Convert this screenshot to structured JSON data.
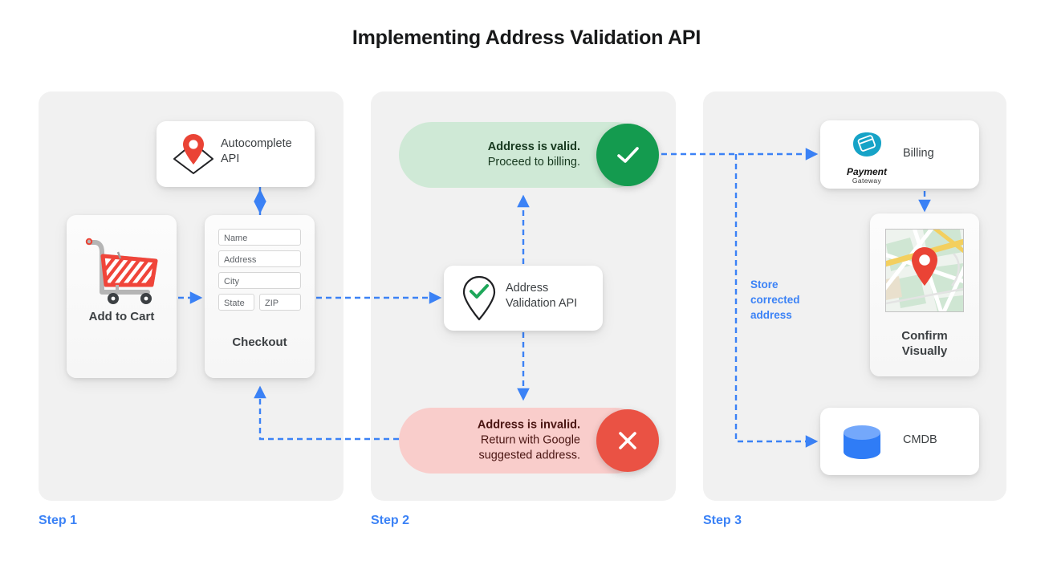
{
  "page": {
    "title": "Implementing Address Validation API",
    "accent_blue": "#3b82f6",
    "panel_bg": "#f1f1f1",
    "valid_green": "#149b4f",
    "invalid_red": "#ea5244",
    "pin_red": "#ea4335"
  },
  "steps": [
    {
      "label": "Step 1"
    },
    {
      "label": "Step 2"
    },
    {
      "label": "Step 3"
    }
  ],
  "step1": {
    "autocomplete_card": {
      "icon": "map-pin-diamond-icon",
      "line1": "Autocomplete",
      "line2": "API"
    },
    "cart_card": {
      "icon": "shopping-cart-icon",
      "label": "Add to Cart"
    },
    "checkout_card": {
      "label": "Checkout",
      "fields": [
        {
          "name": "name-field",
          "placeholder": "Name"
        },
        {
          "name": "address-field",
          "placeholder": "Address"
        },
        {
          "name": "city-field",
          "placeholder": "City"
        },
        {
          "name": "state-field",
          "placeholder": "State"
        },
        {
          "name": "zip-field",
          "placeholder": "ZIP"
        }
      ]
    }
  },
  "step2": {
    "valid_banner": {
      "headline": "Address is valid.",
      "subtext": "Proceed to billing.",
      "icon": "check-icon"
    },
    "validation_card": {
      "icon": "pin-check-icon",
      "line1": "Address",
      "line2": "Validation API"
    },
    "invalid_banner": {
      "headline": "Address is invalid.",
      "subtext_line1": "Return with Google",
      "subtext_line2": "suggested address.",
      "icon": "close-icon"
    }
  },
  "step3": {
    "billing_card": {
      "logo_line1": "Payment",
      "logo_line2": "Gateway",
      "icon": "payment-gateway-icon",
      "label": "Billing"
    },
    "confirm_card": {
      "icon": "map-thumbnail-icon",
      "line1": "Confirm",
      "line2": "Visually"
    },
    "cmdb_card": {
      "icon": "database-icon",
      "label": "CMDB"
    },
    "annotation": {
      "line1": "Store",
      "line2": "corrected",
      "line3": "address"
    }
  }
}
